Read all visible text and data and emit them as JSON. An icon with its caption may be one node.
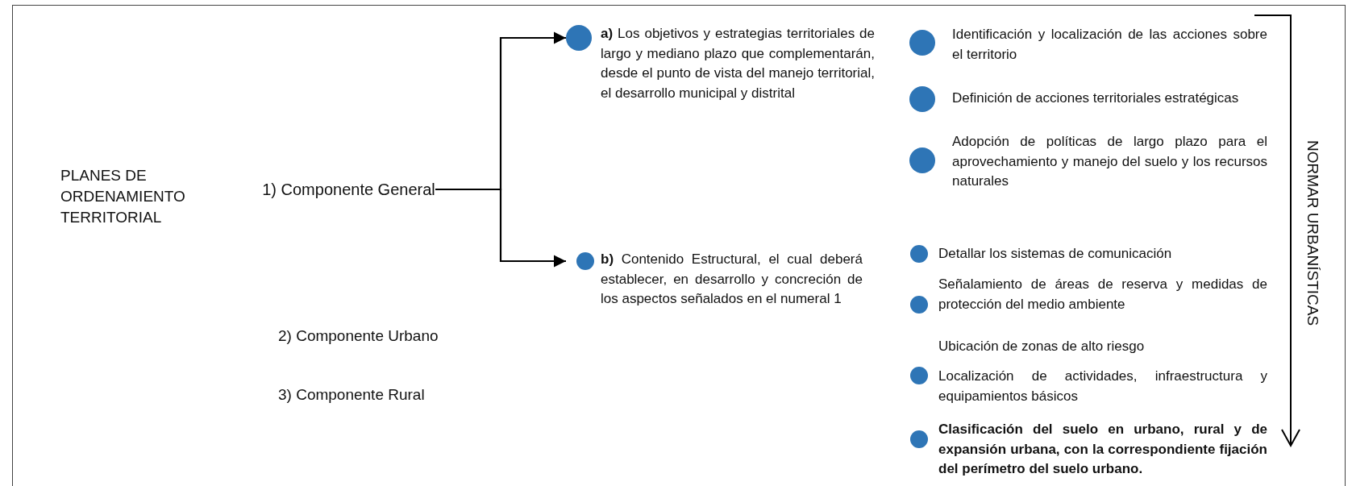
{
  "diagram": {
    "nodes": [
      {
        "text": [
          "PLANES DE ORDENAMIENTO TERRITORIAL"
        ]
      },
      {
        "text": [
          "1) Componente General"
        ]
      },
      {
        "text": [
          "**a)** Los objetivos y estrategias territoriales de largo y mediano plazo que complementarán, desde el punto de vista del manejo territorial, el desarrollo municipal y distrital"
        ]
      },
      {
        "text": [
          "**b)** Contenido Estructural, el cual deberá establecer, en desarrollo y concreción de los aspectos señalados en el numeral 1"
        ]
      }
    ],
    "edges": [
      {
        "from": 1,
        "to": 2,
        "arrow": "to"
      },
      {
        "from": 1,
        "to": 3,
        "arrow": "to"
      }
    ],
    "labels": [
      "2) Componente Urbano",
      "3) Componente Rural",
      "Identificación y localización de las acciones sobre el territorio",
      "Definición de acciones territoriales estratégicas",
      "Adopción de políticas de largo plazo para el aprovechamiento y manejo del suelo y los recursos naturales",
      "Detallar los sistemas de comunicación",
      "Señalamiento de áreas de reserva y medidas de protección del medio ambiente",
      "Ubicación de zonas de alto riesgo",
      "Localización de actividades, infraestructura y equipamientos básicos",
      "Clasificación del suelo en urbano, rural y de expansión urbana, con la correspondiente fijación del perímetro del suelo urbano.",
      "NORMAR URBANÍSTICAS"
    ]
  }
}
